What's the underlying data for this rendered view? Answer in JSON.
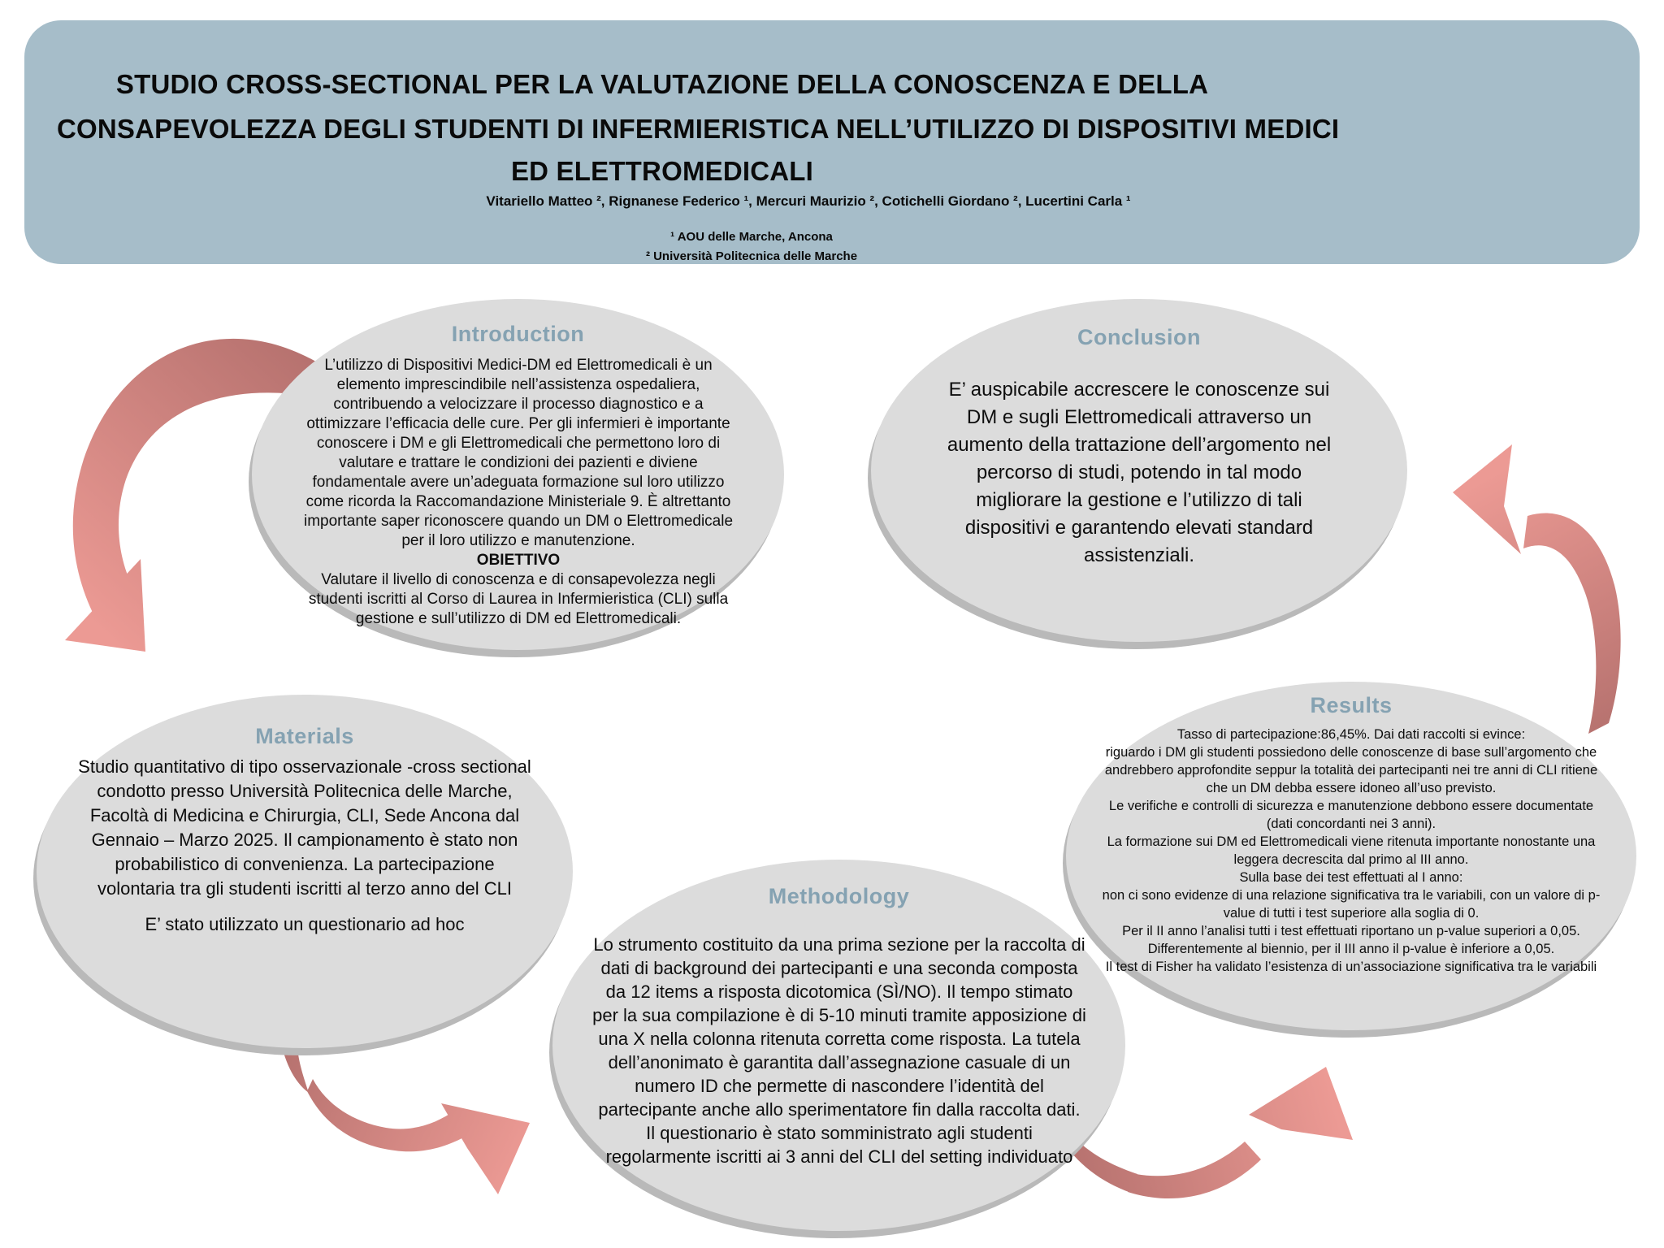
{
  "header": {
    "title_line1": "STUDIO CROSS-SECTIONAL PER LA VALUTAZIONE DELLA CONOSCENZA E DELLA",
    "title_line2": "CONSAPEVOLEZZA DEGLI STUDENTI  DI INFERMIERISTICA NELL’UTILIZZO DI DISPOSITIVI MEDICI",
    "title_line3": "ED ELETTROMEDICALI",
    "authors": "Vitariello Matteo ², Rignanese Federico ¹,  Mercuri Maurizio ², Cotichelli Giordano ², Lucertini Carla ¹",
    "affiliation1": "¹ AOU delle Marche, Ancona",
    "affiliation2": "² Università Politecnica delle Marche"
  },
  "colors": {
    "header_bg": "#a6bdc9",
    "bubble_bg": "#dcdcdc",
    "bubble_shadow": "#b9b9b9",
    "heading": "#85a2b2",
    "text": "#0d0d0d",
    "arrow": "#ec9a94",
    "arrow_dark": "#b5716e"
  },
  "bubbles": {
    "introduction": {
      "title": "Introduction",
      "p1": "L’utilizzo di Dispositivi Medici-DM ed Elettromedicali è un elemento imprescindibile nell’assistenza ospedaliera, contribuendo a velocizzare il processo diagnostico e a ottimizzare l’efficacia delle cure. Per gli infermieri è importante conoscere i DM e gli Elettromedicali che permettono loro di valutare e trattare le condizioni dei pazienti e diviene fondamentale avere un’adeguata formazione sul loro utilizzo come ricorda la Raccomandazione Ministeriale 9.  È altrettanto importante saper riconoscere quando un DM o Elettromedicale per il loro utilizzo e manutenzione.",
      "obiettivo_label": "OBIETTIVO",
      "p2": "Valutare il livello di conoscenza e di consapevolezza negli studenti iscritti al Corso di Laurea in Infermieristica (CLI) sulla gestione e sull’utilizzo di DM ed Elettromedicali."
    },
    "conclusion": {
      "title": "Conclusion",
      "p1": "E’ auspicabile accrescere le conoscenze sui DM e sugli Elettromedicali attraverso un aumento della trattazione dell’argomento nel percorso di studi, potendo in tal modo migliorare la gestione e l’utilizzo di tali dispositivi e garantendo elevati standard assistenziali."
    },
    "materials": {
      "title": "Materials",
      "p1": "Studio quantitativo di tipo osservazionale -cross sectional condotto presso Università Politecnica delle Marche, Facoltà di Medicina e Chirurgia, CLI, Sede Ancona dal Gennaio – Marzo 2025. Il campionamento è stato non probabilistico di convenienza. La partecipazione volontaria tra gli studenti iscritti al terzo anno del CLI",
      "p2": "E’ stato utilizzato un questionario ad hoc"
    },
    "methodology": {
      "title": "Methodology",
      "p1": "Lo strumento costituito da una prima sezione per la raccolta di dati di background dei partecipanti e una seconda composta da 12 items a risposta dicotomica (SÌ/NO). Il tempo stimato per la sua compilazione è di 5-10 minuti tramite apposizione di una X nella colonna ritenuta corretta come risposta. La tutela dell’anonimato è garantita dall’assegnazione casuale di un numero ID che permette di nascondere l’identità del partecipante anche allo sperimentatore fin dalla raccolta dati. Il questionario è stato somministrato agli studenti regolarmente iscritti ai 3 anni del CLI del setting individuato"
    },
    "results": {
      "title": "Results",
      "lines": [
        "Tasso di partecipazione:86,45%. Dai dati raccolti si evince:",
        "riguardo i DM gli studenti possiedono delle conoscenze di base sull’argomento che andrebbero approfondite seppur la totalità dei partecipanti nei tre anni di CLI ritiene che un DM debba essere idoneo all’uso previsto.",
        "Le verifiche e controlli di sicurezza e manutenzione debbono essere documentate (dati concordanti nei 3 anni).",
        "La formazione sui DM ed Elettromedicali viene ritenuta importante nonostante una leggera decrescita dal primo al III anno.",
        "Sulla base dei test effettuati al I anno:",
        "non ci sono evidenze di una relazione significativa tra le variabili, con un valore di p-value di tutti i test superiore alla soglia di 0.",
        "Per il II anno l’analisi tutti i test effettuati riportano un p-value superiori a 0,05. Differentemente al biennio, per il III anno il p-value è inferiore a 0,05.",
        "Il test di Fisher ha validato l’esistenza di un’associazione significativa tra le variabili"
      ]
    }
  }
}
